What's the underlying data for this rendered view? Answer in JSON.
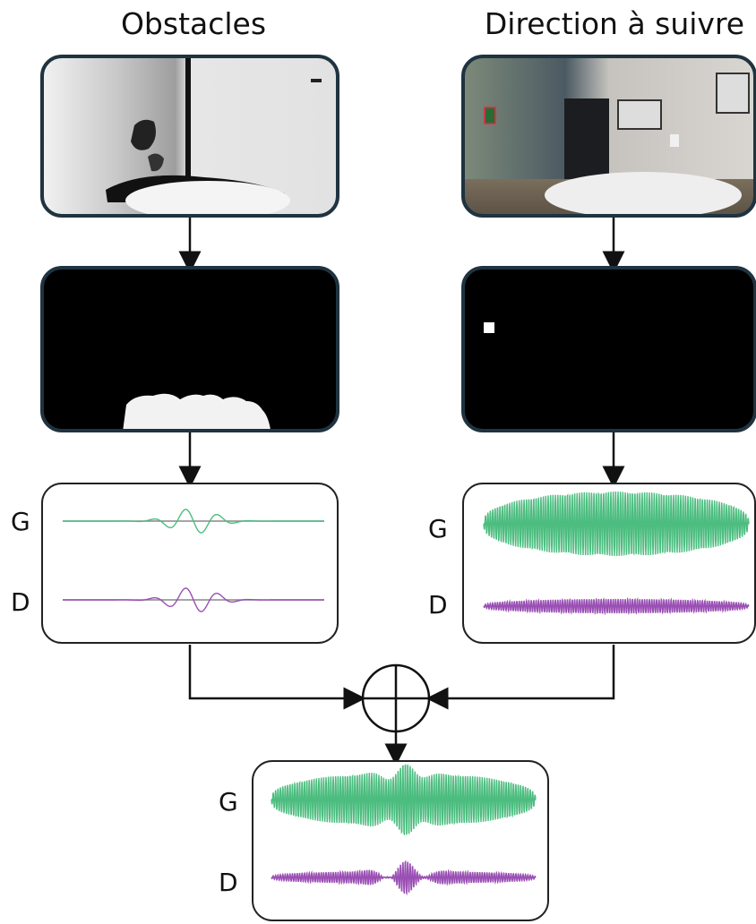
{
  "columns": {
    "left": {
      "title": "Obstacles"
    },
    "right": {
      "title": "Direction à suivre"
    }
  },
  "channels": {
    "left_label": "G",
    "right_label": "D"
  },
  "colors": {
    "frame_dark": "#1f3340",
    "green_wave": "#4cbd7f",
    "purple_wave": "#9a4fb4",
    "baseline": "#888888",
    "target_marker": "#ffffff"
  },
  "icons": {
    "combine": "circle-plus-icon"
  }
}
